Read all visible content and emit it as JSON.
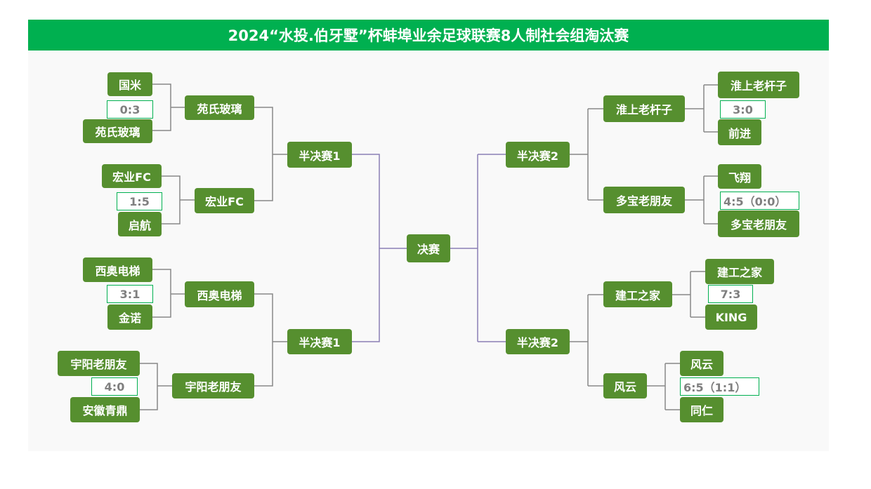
{
  "title": "2024“水投.伯牙墅”杯蚌埠业余足球联赛8人制社会组淘汰赛",
  "colors": {
    "header": "#00b050",
    "node": "#568f2f",
    "line": "#888888",
    "final_line": "#8a7fb5"
  },
  "left": {
    "matches": [
      {
        "team_a": "国米",
        "score": "0:3",
        "team_b": "苑氏玻璃",
        "winner": "苑氏玻璃"
      },
      {
        "team_a": "宏业FC",
        "score": "1:5",
        "team_b": "启航",
        "winner": "宏业FC"
      },
      {
        "team_a": "西奥电梯",
        "score": "3:1",
        "team_b": "金诺",
        "winner": "西奥电梯"
      },
      {
        "team_a": "宇阳老朋友",
        "score": "4:0",
        "team_b": "安徽青鼎",
        "winner": "宇阳老朋友"
      }
    ],
    "semis": [
      "半决赛1",
      "半决赛1"
    ]
  },
  "final": "决赛",
  "right": {
    "matches": [
      {
        "team_a": "淮上老杆子",
        "score": "3:0",
        "team_b": "前进",
        "winner": "淮上老杆子"
      },
      {
        "team_a": "飞翔",
        "score": "4:5（0:0）",
        "team_b": "多宝老朋友",
        "winner": "多宝老朋友"
      },
      {
        "team_a": "建工之家",
        "score": "7:3",
        "team_b": "KING",
        "winner": "建工之家"
      },
      {
        "team_a": "风云",
        "score": "6:5（1:1）",
        "team_b": "同仁",
        "winner": "风云"
      }
    ],
    "semis": [
      "半决赛2",
      "半决赛2"
    ]
  }
}
